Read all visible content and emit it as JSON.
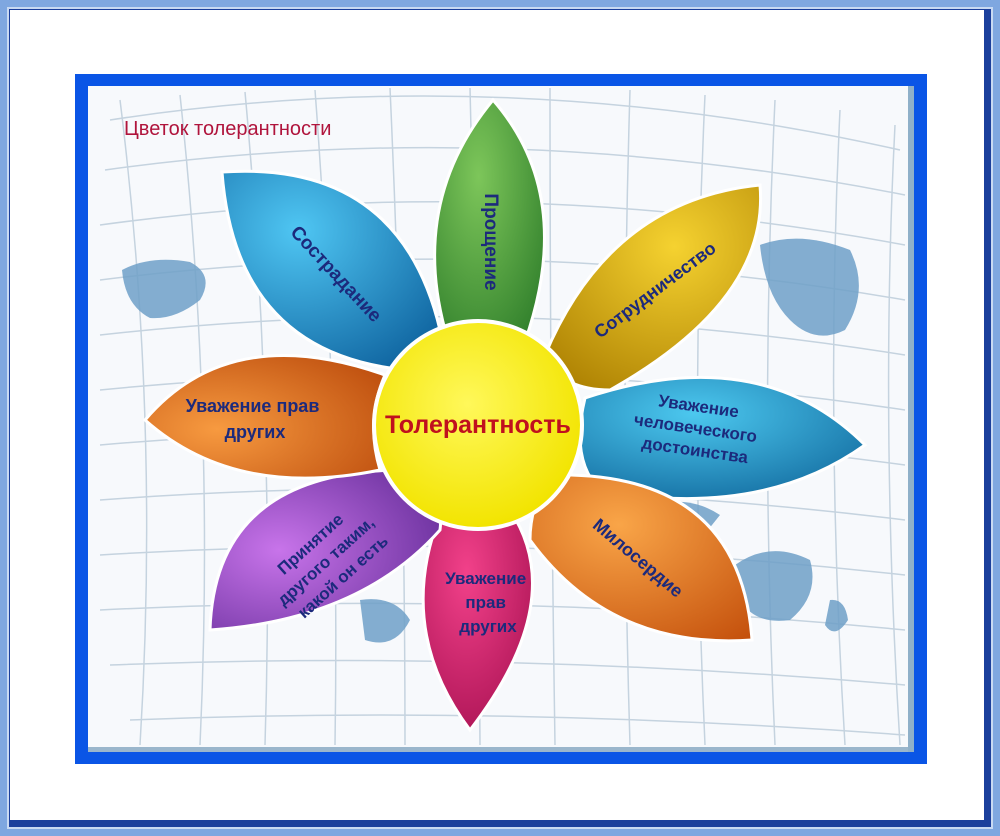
{
  "title": "Цветок  толерантности",
  "center": {
    "label": "Толерантность",
    "color": "#fdf007"
  },
  "petals": [
    {
      "id": "proshchenie",
      "lines": [
        "Прощение"
      ],
      "color": "#4ca33c"
    },
    {
      "id": "sotrudnichestvo",
      "lines": [
        "Сотрудничество"
      ],
      "color": "#e2b40c"
    },
    {
      "id": "dostoinstvo",
      "lines": [
        "Уважение",
        "человеческого",
        "достоинства"
      ],
      "color": "#1a9fd0"
    },
    {
      "id": "miloserdie",
      "lines": [
        "Милосердие"
      ],
      "color": "#f07a16"
    },
    {
      "id": "prava-bottom",
      "lines": [
        "Уважение",
        "прав",
        "других"
      ],
      "color": "#e0176a"
    },
    {
      "id": "prinyatie",
      "lines": [
        "Принятие",
        "другого таким,",
        "какой он есть"
      ],
      "color": "#9b49c8"
    },
    {
      "id": "prava-left",
      "lines": [
        "Уважение прав",
        "других"
      ],
      "color": "#f0781a"
    },
    {
      "id": "sostradanie",
      "lines": [
        "Сострадание"
      ],
      "color": "#1aa4d8"
    }
  ],
  "colors": {
    "frame": "#0a55e6",
    "title": "#b0143c",
    "petal_text": "#1c2a7c",
    "center_text": "#c0101e"
  }
}
